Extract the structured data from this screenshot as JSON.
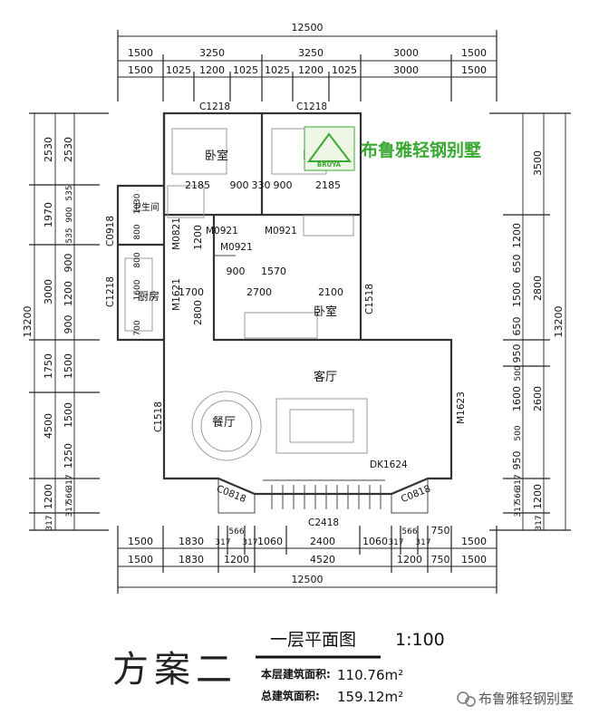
{
  "dims": {
    "total_width": "12500",
    "top_row1": [
      "1500",
      "3250",
      "3250",
      "3000",
      "1500"
    ],
    "top_row2": [
      "1500",
      "1025",
      "1200",
      "1025",
      "1025",
      "1200",
      "1025",
      "3000",
      "1500"
    ],
    "bottom_row1": [
      "1500",
      "1830",
      "317",
      "566",
      "317",
      "1060",
      "2400",
      "1060",
      "317",
      "566",
      "317",
      "750",
      "1500"
    ],
    "bottom_row2": [
      "1500",
      "1830",
      "1200",
      "4520",
      "1200",
      "750",
      "1500"
    ],
    "total_height": "13200",
    "left_outer": [
      "2530",
      "1970",
      "3000",
      "1750",
      "4500",
      "1200",
      "317"
    ],
    "left_inner": [
      "2530",
      "535",
      "900",
      "535",
      "900",
      "1200",
      "900",
      "1500",
      "1500",
      "1250",
      "317",
      "566",
      "317"
    ],
    "right_outer": [
      "3500",
      "2800",
      "2600",
      "1200",
      "317"
    ],
    "right_inner": [
      "1200",
      "650",
      "1500",
      "650",
      "950",
      "500",
      "1600",
      "500",
      "950",
      "317",
      "566",
      "317"
    ],
    "inner": [
      "2185",
      "900",
      "330",
      "900",
      "2185",
      "900",
      "1570",
      "1700",
      "2700",
      "2100",
      "1200",
      "2800",
      "1030",
      "800",
      "800",
      "1600",
      "700"
    ]
  },
  "rooms": {
    "bedroom1": "卧室",
    "bedroom2": "卧室",
    "bedroom3": "卧室",
    "bathroom": "卫生间",
    "kitchen": "厨房",
    "living": "客厅",
    "dining": "餐厅"
  },
  "labels": {
    "c1218_a": "C1218",
    "c1218_b": "C1218",
    "c1218_c": "C1218",
    "c0918": "C0918",
    "m0821": "M0821",
    "m0921_a": "M0921",
    "m0921_b": "M0921",
    "m0921_c": "M0921",
    "m1621": "M1621",
    "c1518_a": "C1518",
    "c1518_b": "C1518",
    "m1623": "M1623",
    "dk1624": "DK1624",
    "c0818_a": "C0818",
    "c0818_b": "C0818",
    "c2418": "C2418"
  },
  "logo": {
    "text": "布鲁雅轻钢别墅",
    "badge": "BRUYA"
  },
  "footer": {
    "scheme": "方案二",
    "title": "一层平面图",
    "scale": "1:100",
    "floor_area_label": "本层建筑面积:",
    "floor_area": "110.76m²",
    "total_area_label": "总建筑面积:",
    "total_area": "159.12m²"
  },
  "watermark": {
    "text": "布鲁雅轻钢别墅"
  },
  "colors": {
    "logo_green": "#3aa832"
  }
}
